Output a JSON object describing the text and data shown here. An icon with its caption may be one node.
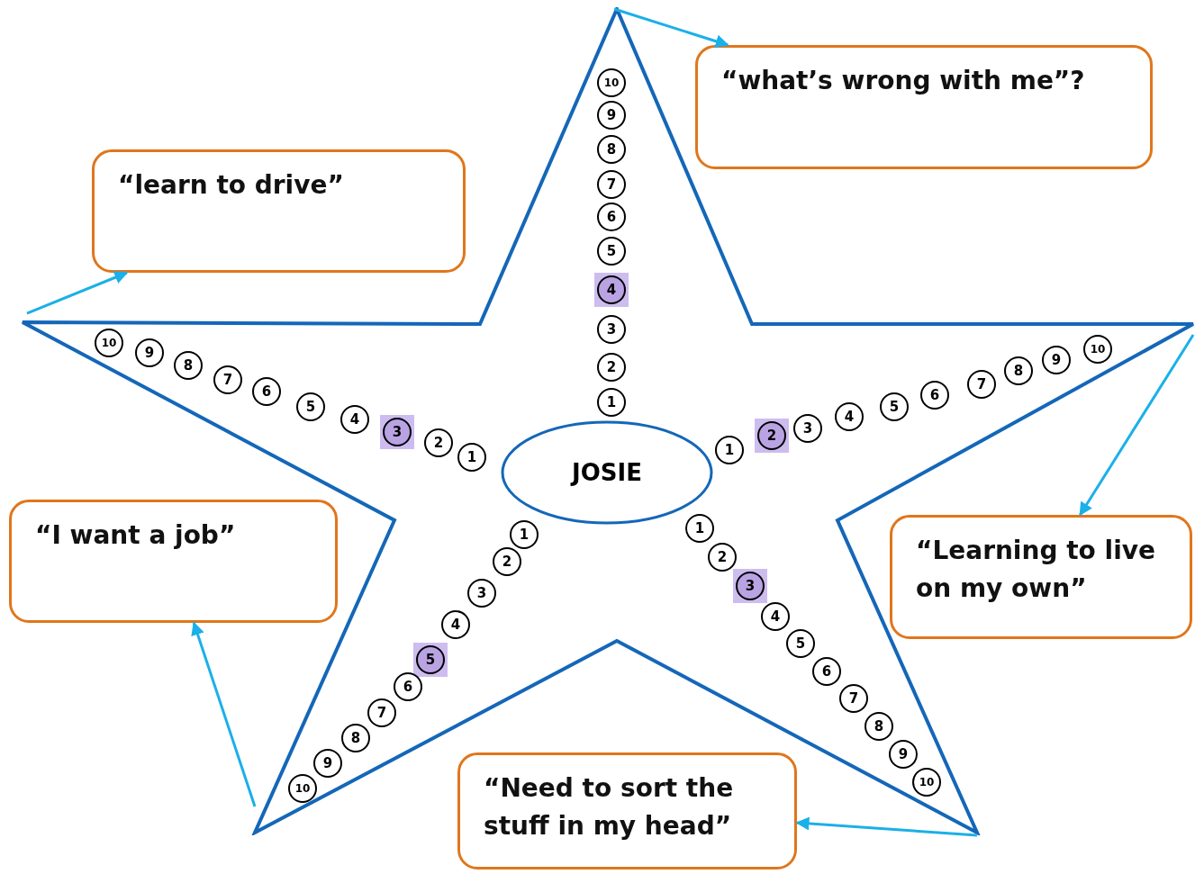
{
  "diagram": {
    "nodes": [
      {
        "text": [],
        "shape": "star"
      },
      {
        "text": [
          "JOSIE"
        ],
        "in": 0
      },
      {
        "text": [
          "1"
        ],
        "in": 0
      },
      {
        "text": [
          "2"
        ],
        "in": 0
      },
      {
        "text": [
          "3"
        ],
        "in": 0
      },
      {
        "text": [],
        "shape": "box",
        "in": 0
      },
      {
        "text": [
          "4"
        ],
        "in": 5
      },
      {
        "text": [
          "5"
        ],
        "in": 0
      },
      {
        "text": [
          "6"
        ],
        "in": 0
      },
      {
        "text": [
          "7"
        ],
        "in": 0
      },
      {
        "text": [
          "8"
        ],
        "in": 0
      },
      {
        "text": [
          "9"
        ],
        "in": 0
      },
      {
        "text": [
          "10"
        ],
        "in": 0
      },
      {
        "text": [
          "1"
        ],
        "in": 0
      },
      {
        "text": [],
        "shape": "box",
        "in": 0
      },
      {
        "text": [
          "2"
        ],
        "in": 14
      },
      {
        "text": [
          "3"
        ],
        "in": 0
      },
      {
        "text": [
          "4"
        ],
        "in": 0
      },
      {
        "text": [
          "5"
        ],
        "in": 0
      },
      {
        "text": [
          "6"
        ],
        "in": 0
      },
      {
        "text": [
          "7"
        ],
        "in": 0
      },
      {
        "text": [
          "8"
        ],
        "in": 0
      },
      {
        "text": [
          "9"
        ],
        "in": 0
      },
      {
        "text": [
          "10"
        ],
        "in": 0
      },
      {
        "text": [
          "1"
        ],
        "in": 0
      },
      {
        "text": [
          "2"
        ],
        "in": 0
      },
      {
        "text": [],
        "shape": "box",
        "in": 0
      },
      {
        "text": [
          "3"
        ],
        "in": 26
      },
      {
        "text": [
          "4"
        ],
        "in": 0
      },
      {
        "text": [
          "5"
        ],
        "in": 0
      },
      {
        "text": [
          "6"
        ],
        "in": 0
      },
      {
        "text": [
          "7"
        ],
        "in": 0
      },
      {
        "text": [
          "8"
        ],
        "in": 0
      },
      {
        "text": [
          "9"
        ],
        "in": 0
      },
      {
        "text": [
          "10"
        ],
        "in": 0
      },
      {
        "text": [
          "1"
        ],
        "in": 0
      },
      {
        "text": [
          "2"
        ],
        "in": 0
      },
      {
        "text": [
          "3"
        ],
        "in": 0
      },
      {
        "text": [
          "4"
        ],
        "in": 0
      },
      {
        "text": [],
        "shape": "box",
        "in": 0
      },
      {
        "text": [
          "5"
        ],
        "in": 39
      },
      {
        "text": [
          "6"
        ],
        "in": 0
      },
      {
        "text": [
          "7"
        ],
        "in": 0
      },
      {
        "text": [
          "8"
        ],
        "in": 0
      },
      {
        "text": [
          "9"
        ],
        "in": 0
      },
      {
        "text": [
          "10"
        ],
        "in": 0
      },
      {
        "text": [
          "1"
        ],
        "in": 0
      },
      {
        "text": [
          "2"
        ],
        "in": 0
      },
      {
        "text": [],
        "shape": "box",
        "in": 0
      },
      {
        "text": [
          "3"
        ],
        "in": 48
      },
      {
        "text": [
          "4"
        ],
        "in": 0
      },
      {
        "text": [
          "5"
        ],
        "in": 0
      },
      {
        "text": [
          "6"
        ],
        "in": 0
      },
      {
        "text": [
          "7"
        ],
        "in": 0
      },
      {
        "text": [
          "8"
        ],
        "in": 0
      },
      {
        "text": [
          "9"
        ],
        "in": 0
      },
      {
        "text": [
          "10"
        ],
        "in": 0
      },
      {
        "text": [
          "“what’s wrong with me”?"
        ]
      },
      {
        "text": [
          "“learn to drive”"
        ]
      },
      {
        "text": [
          "“I want a job”"
        ]
      },
      {
        "text": [
          "“Learning to live on my own”"
        ]
      },
      {
        "text": [
          "“Need to sort the stuff in my head”"
        ]
      }
    ],
    "edges": [
      {
        "from": 0,
        "to": 57,
        "arrow": "to"
      },
      {
        "from": 0,
        "to": 58,
        "arrow": "to"
      },
      {
        "from": 0,
        "to": 60,
        "arrow": "to"
      },
      {
        "from": 0,
        "to": 59,
        "arrow": "to"
      },
      {
        "from": 0,
        "to": 61,
        "arrow": "to"
      }
    ]
  }
}
